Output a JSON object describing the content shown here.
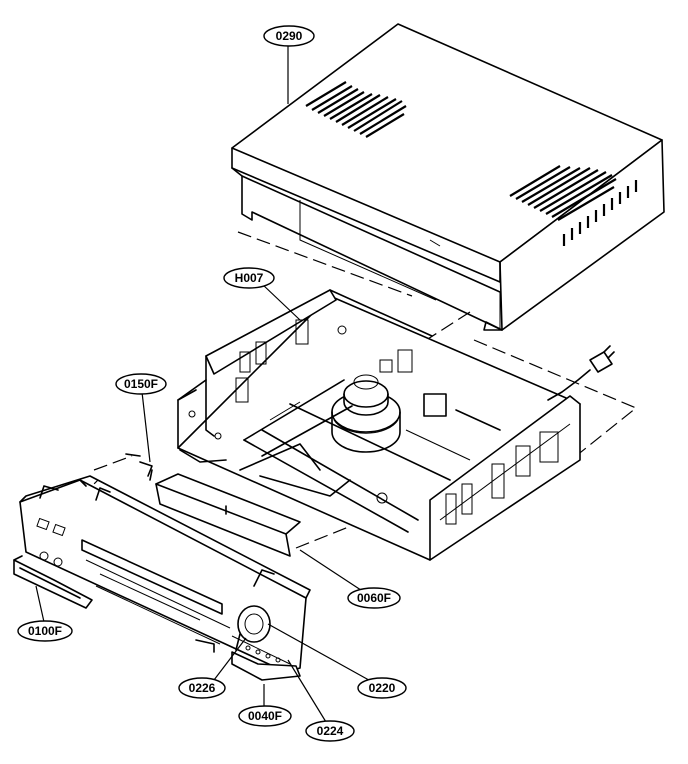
{
  "diagram": {
    "callouts": [
      {
        "id": "0290",
        "label": "0290"
      },
      {
        "id": "H007",
        "label": "H007"
      },
      {
        "id": "0150F",
        "label": "0150F"
      },
      {
        "id": "0060F",
        "label": "0060F"
      },
      {
        "id": "0100F",
        "label": "0100F"
      },
      {
        "id": "0226",
        "label": "0226"
      },
      {
        "id": "0220",
        "label": "0220"
      },
      {
        "id": "0040F",
        "label": "0040F"
      },
      {
        "id": "0224",
        "label": "0224"
      }
    ],
    "parts": [
      "top-cover",
      "chassis",
      "front-bracket",
      "front-panel",
      "jog-knob",
      "door-flap"
    ]
  }
}
